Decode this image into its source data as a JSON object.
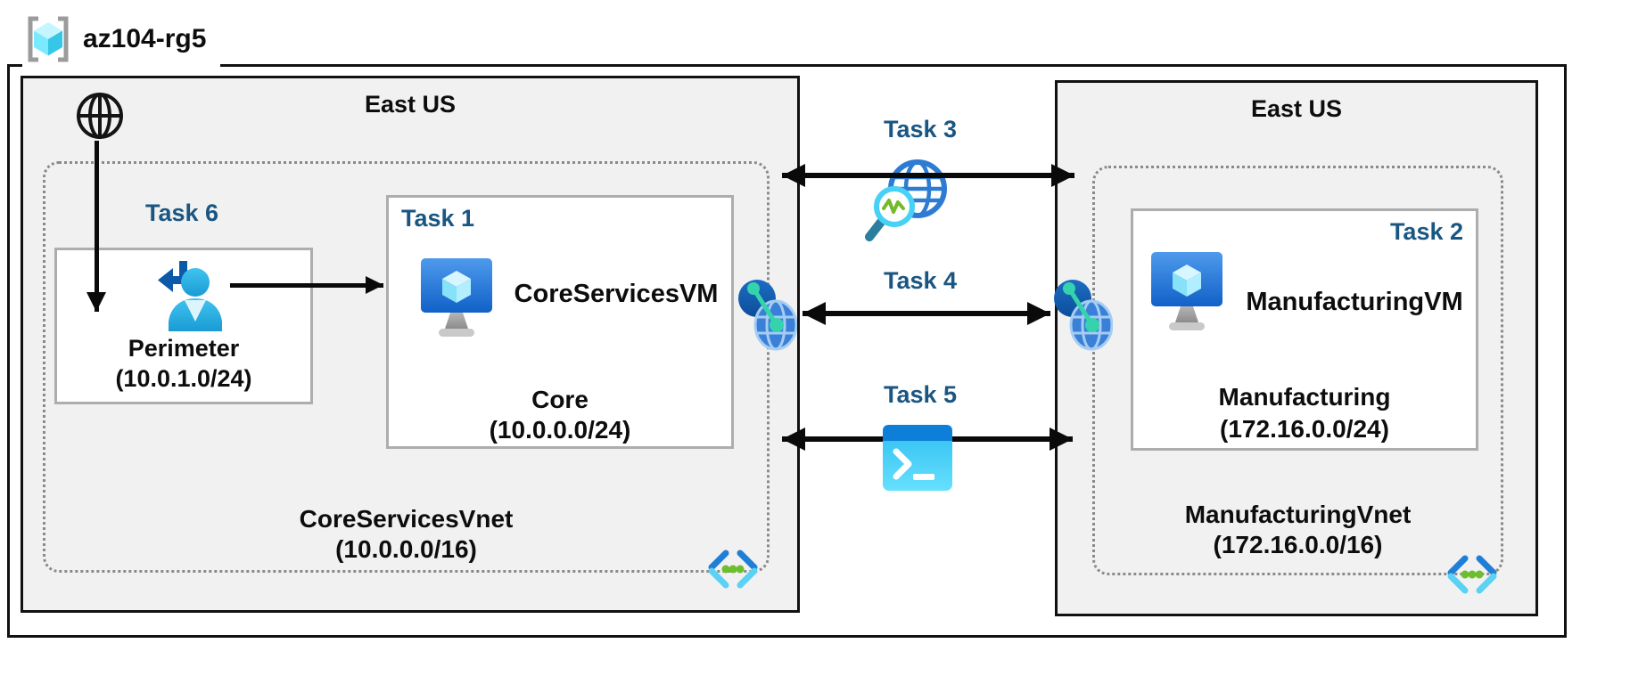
{
  "resource_group": {
    "name": "az104-rg5"
  },
  "regions": {
    "left": {
      "location": "East US",
      "vnet": {
        "name": "CoreServicesVnet",
        "cidr": "(10.0.0.0/16)"
      },
      "perimeter_subnet": {
        "task_label": "Task 6",
        "name": "Perimeter",
        "cidr": "(10.0.1.0/24)"
      },
      "core_subnet": {
        "task_label": "Task 1",
        "vm_name": "CoreServicesVM",
        "name": "Core",
        "cidr": "(10.0.0.0/24)"
      }
    },
    "right": {
      "location": "East US",
      "vnet": {
        "name": "ManufacturingVnet",
        "cidr": "(172.16.0.0/16)"
      },
      "manufacturing_subnet": {
        "task_label": "Task 2",
        "vm_name": "ManufacturingVM",
        "name": "Manufacturing",
        "cidr": "(172.16.0.0/24)"
      }
    }
  },
  "connections": {
    "task3": {
      "label": "Task 3",
      "icon": "network-watcher-icon"
    },
    "task4": {
      "label": "Task 4",
      "icon": "vnet-peering-icon"
    },
    "task5": {
      "label": "Task 5",
      "icon": "powershell-icon"
    }
  },
  "colors": {
    "task_label": "#1a5682",
    "region_bg": "#f1f1f1",
    "arrow": "#0a0a0a",
    "vnet_green": "#6dbe2c",
    "azure_blue": "#0078d4",
    "cyan_accent": "#50e6ff"
  }
}
